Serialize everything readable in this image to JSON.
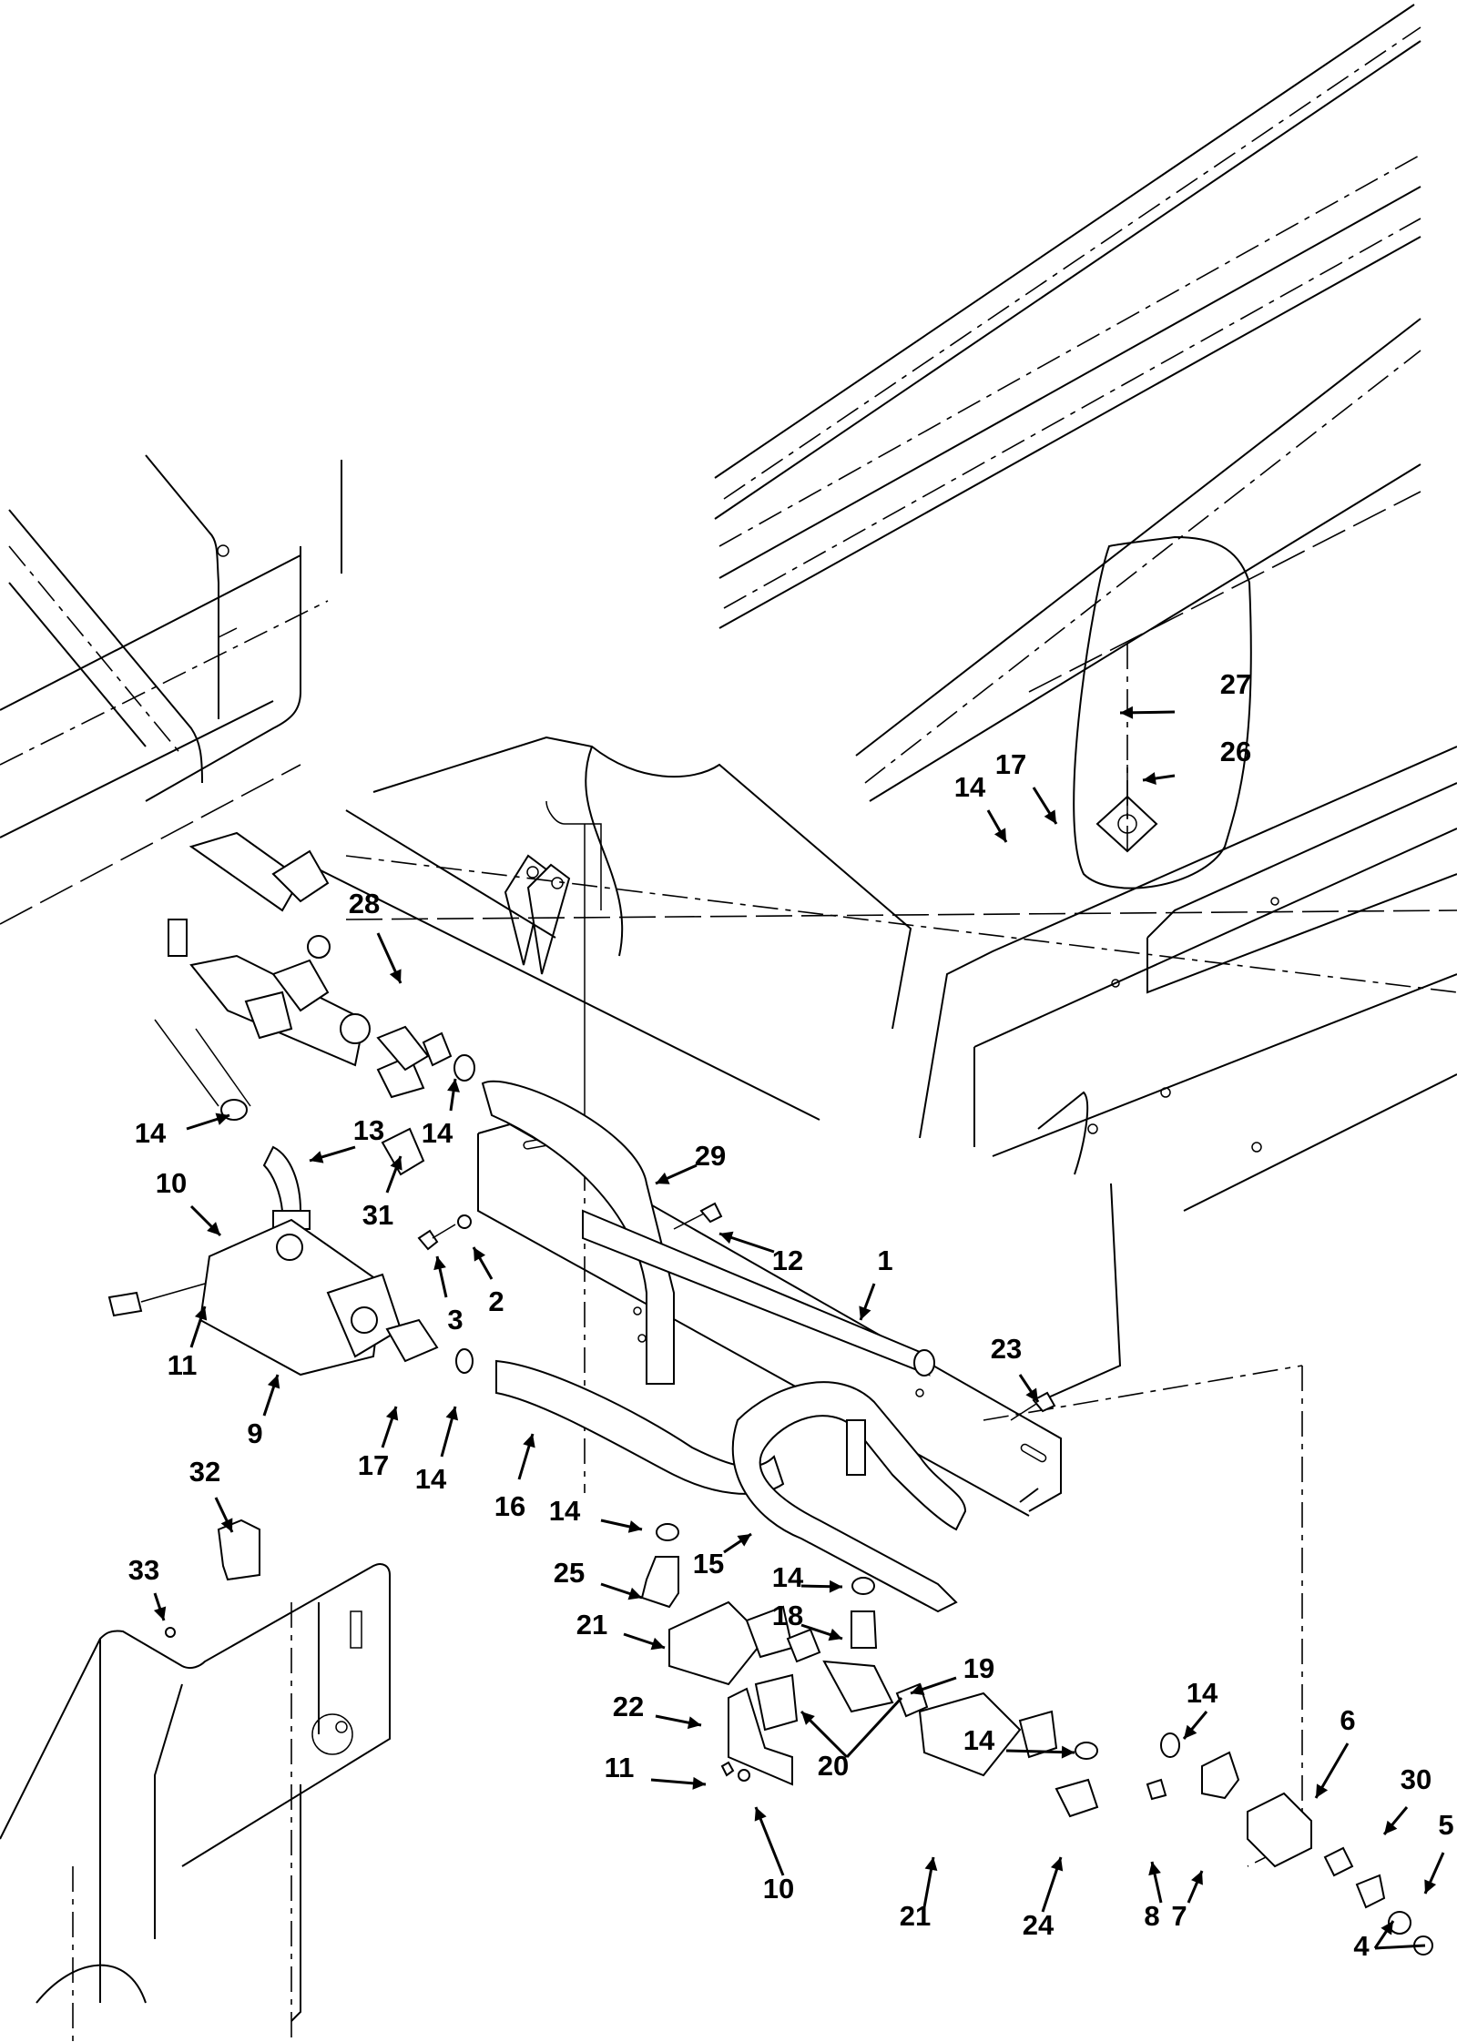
{
  "figure": {
    "type": "exploded parts diagram",
    "subject": "hydraulic / fluid hose, valve and fitting assembly"
  },
  "callouts": [
    {
      "id": "c27",
      "label": "27"
    },
    {
      "id": "c26",
      "label": "26"
    },
    {
      "id": "c17a",
      "label": "17"
    },
    {
      "id": "c14a",
      "label": "14"
    },
    {
      "id": "c28",
      "label": "28"
    },
    {
      "id": "c14b",
      "label": "14"
    },
    {
      "id": "c14c",
      "label": "14"
    },
    {
      "id": "c13",
      "label": "13"
    },
    {
      "id": "c31",
      "label": "31"
    },
    {
      "id": "c10a",
      "label": "10"
    },
    {
      "id": "c29",
      "label": "29"
    },
    {
      "id": "c12",
      "label": "12"
    },
    {
      "id": "c3",
      "label": "3"
    },
    {
      "id": "c2",
      "label": "2"
    },
    {
      "id": "c1",
      "label": "1"
    },
    {
      "id": "c11a",
      "label": "11"
    },
    {
      "id": "c9",
      "label": "9"
    },
    {
      "id": "c17b",
      "label": "17"
    },
    {
      "id": "c14d",
      "label": "14"
    },
    {
      "id": "c16",
      "label": "16"
    },
    {
      "id": "c23",
      "label": "23"
    },
    {
      "id": "c32",
      "label": "32"
    },
    {
      "id": "c33",
      "label": "33"
    },
    {
      "id": "c14e",
      "label": "14"
    },
    {
      "id": "c15",
      "label": "15"
    },
    {
      "id": "c25",
      "label": "25"
    },
    {
      "id": "c14f",
      "label": "14"
    },
    {
      "id": "c18",
      "label": "18"
    },
    {
      "id": "c21a",
      "label": "21"
    },
    {
      "id": "c19",
      "label": "19"
    },
    {
      "id": "c22",
      "label": "22"
    },
    {
      "id": "c20",
      "label": "20"
    },
    {
      "id": "c14g",
      "label": "14"
    },
    {
      "id": "c14h",
      "label": "14"
    },
    {
      "id": "c11b",
      "label": "11"
    },
    {
      "id": "c6",
      "label": "6"
    },
    {
      "id": "c10b",
      "label": "10"
    },
    {
      "id": "c21b",
      "label": "21"
    },
    {
      "id": "c24",
      "label": "24"
    },
    {
      "id": "c8",
      "label": "8"
    },
    {
      "id": "c7",
      "label": "7"
    },
    {
      "id": "c30",
      "label": "30"
    },
    {
      "id": "c5",
      "label": "5"
    },
    {
      "id": "c4",
      "label": "4"
    }
  ]
}
